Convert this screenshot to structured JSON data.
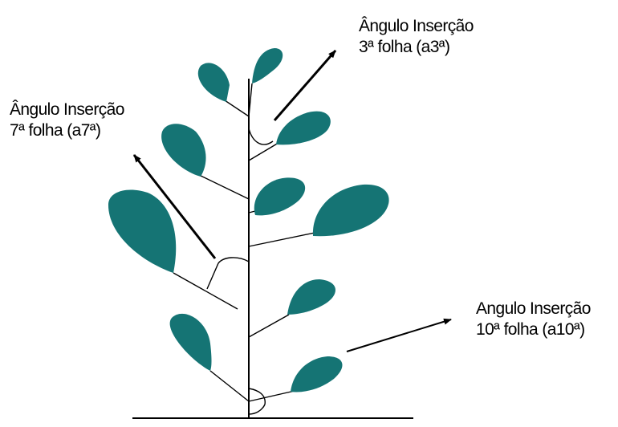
{
  "colors": {
    "leaf": "#157474",
    "line": "#000000",
    "background": "#ffffff"
  },
  "labels": {
    "a3": {
      "line1": "Ângulo Inserção",
      "line2": "3ª folha (a3ª)"
    },
    "a7": {
      "line1": "Ângulo Inserção",
      "line2": "7ª folha (a7ª)"
    },
    "a10": {
      "line1": "Angulo Inserção",
      "line2": "10ª folha (a10ª)"
    }
  }
}
